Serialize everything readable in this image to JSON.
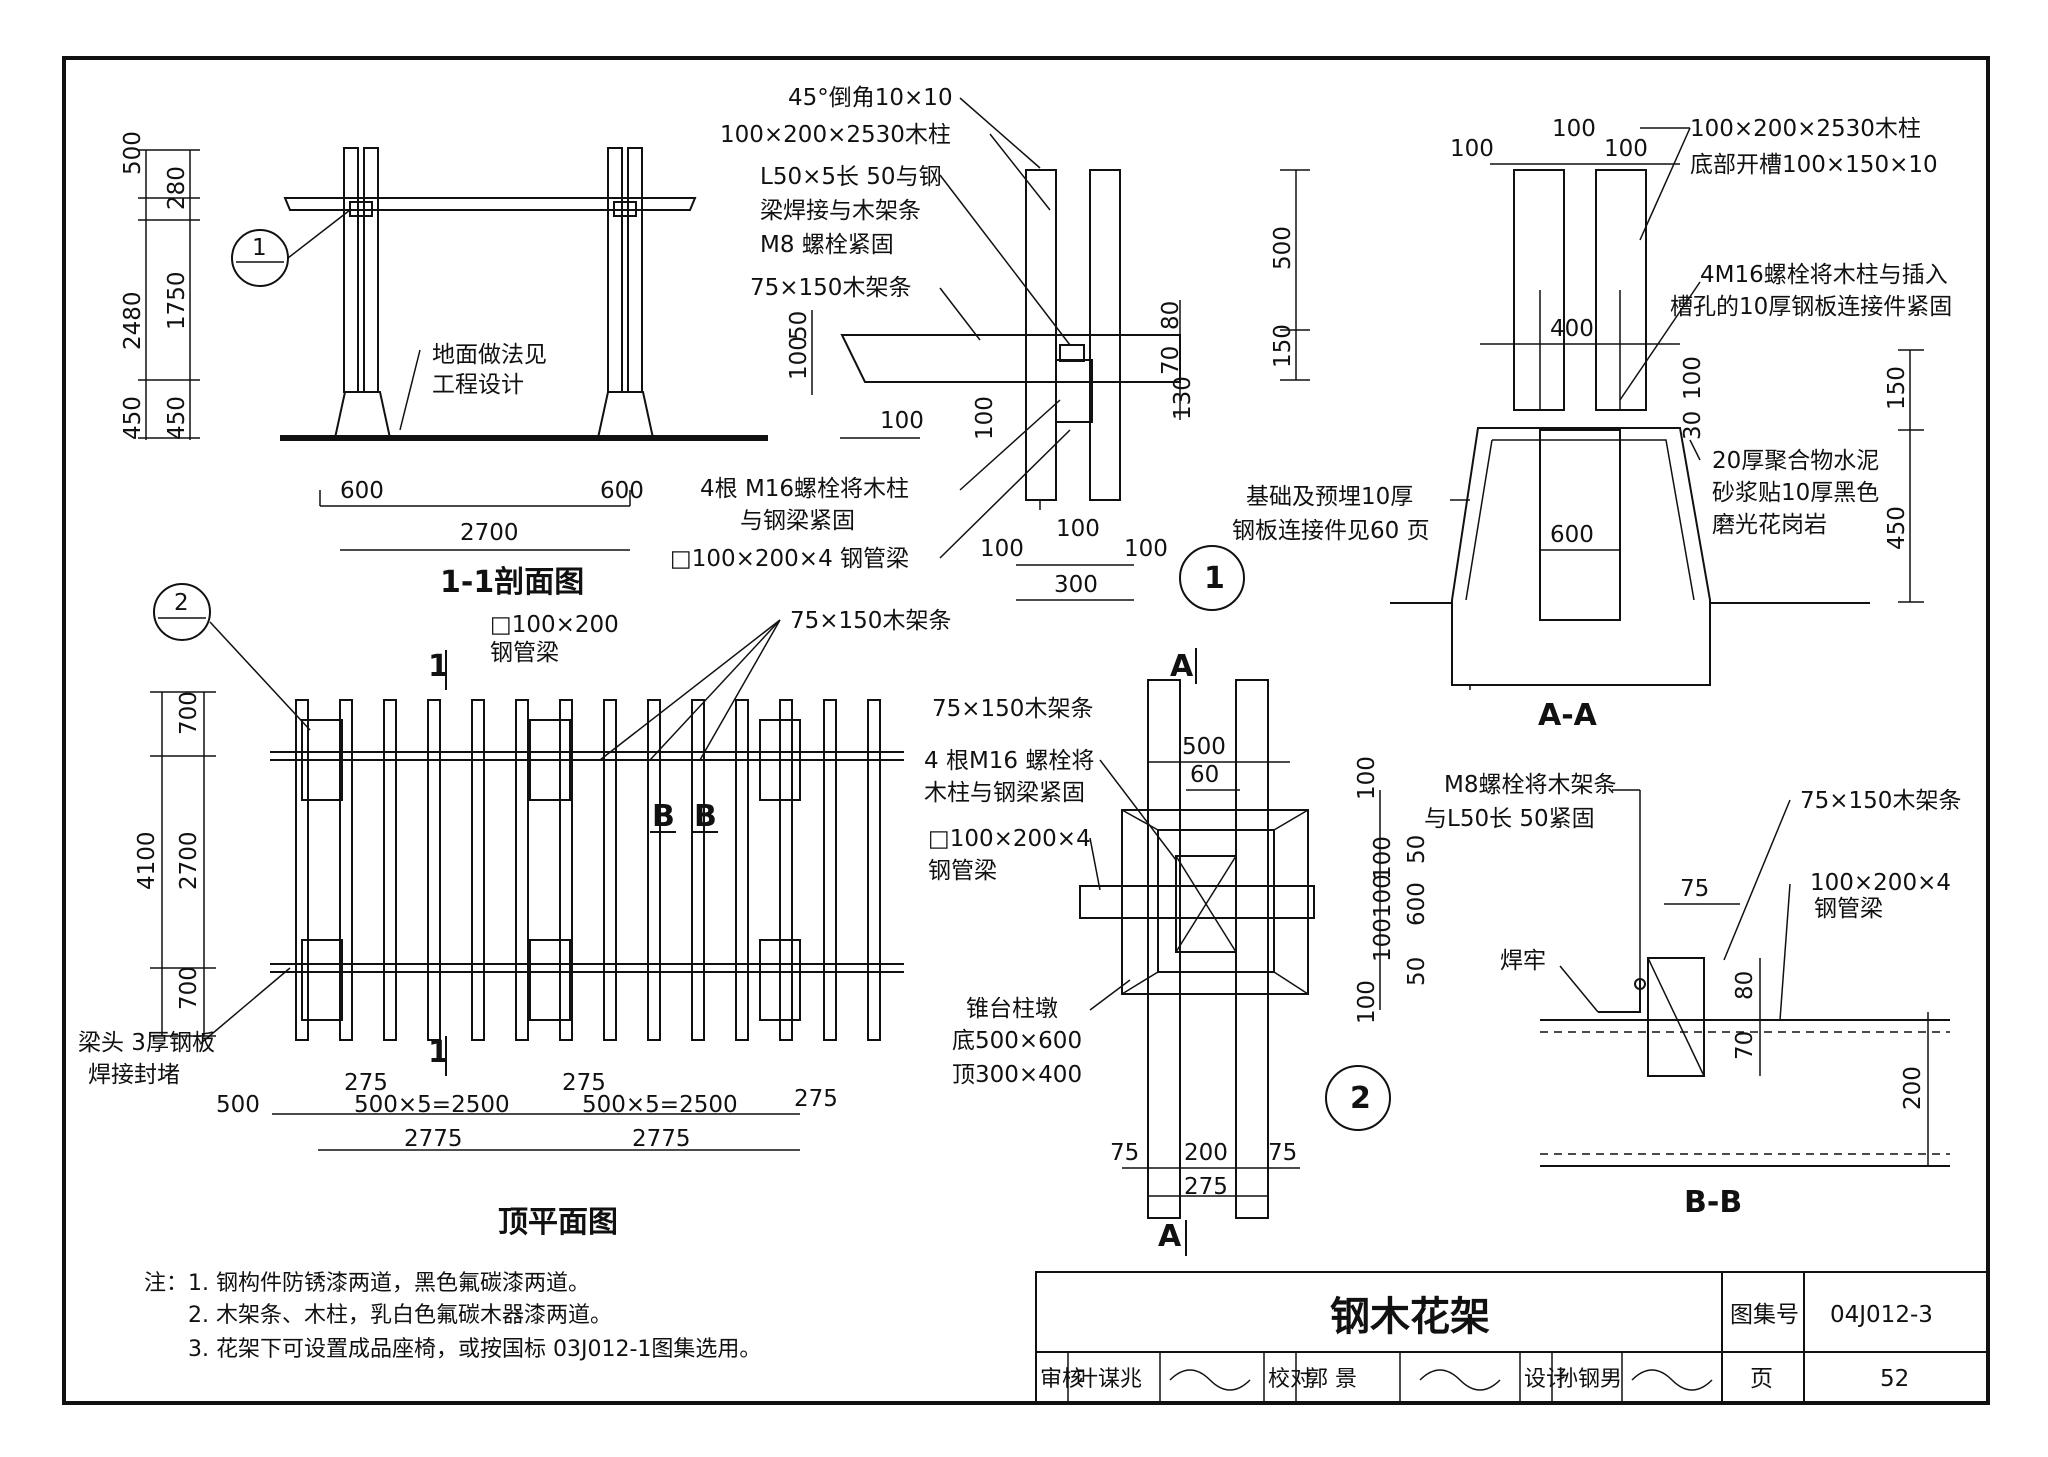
{
  "sheet": {
    "title": "钢木花架",
    "atlas_label": "图集号",
    "atlas_number": "04J012-3",
    "page_label": "页",
    "page_number": "52",
    "signatures": {
      "review_label": "审核",
      "review_name": "叶谋兆",
      "check_label": "校对",
      "check_name": "郭 景",
      "design_label": "设计",
      "design_name": "孙钢男"
    }
  },
  "section_1_1": {
    "title": "1-1剖面图",
    "dims_vertical_outer": [
      "500",
      "2480",
      "450"
    ],
    "dims_vertical_inner": [
      "280",
      "1750",
      "450"
    ],
    "dims_bottom": [
      "600",
      "600",
      "2700"
    ],
    "note_ground": [
      "地面做法见",
      "工程设计"
    ],
    "callout_num": "1"
  },
  "detail_1": {
    "callout": "1",
    "labels": [
      "45°倒角10×10",
      "100×200×2530木柱",
      "L50×5长 50与钢",
      "梁焊接与木架条",
      "M8 螺栓紧固",
      "75×150木架条",
      "4根 M16螺栓将木柱",
      "与钢梁紧固",
      "□100×200×4 钢管梁"
    ],
    "dims_left": [
      "50",
      "100",
      "100"
    ],
    "dims_mid": [
      "100",
      "80",
      "70",
      "130"
    ],
    "dims_right": [
      "500",
      "150"
    ],
    "dims_bottom": [
      "100",
      "100",
      "100",
      "300"
    ]
  },
  "section_A_A": {
    "title": "A-A",
    "labels": [
      "100×200×2530木柱",
      "底部开槽100×150×10",
      "4M16螺栓将木柱与插入",
      "槽孔的10厚钢板连接件紧固",
      "20厚聚合物水泥",
      "砂浆贴10厚黑色",
      "磨光花岗岩",
      "基础及预埋10厚",
      "钢板连接件见60 页"
    ],
    "dims_top": [
      "100",
      "100",
      "100"
    ],
    "dims_mid": [
      "400",
      "600",
      "30",
      "100"
    ],
    "dims_right": [
      "150",
      "450"
    ]
  },
  "plan": {
    "title": "顶平面图",
    "labels": [
      "□100×200",
      "钢管梁",
      "75×150木架条",
      "梁头 3厚钢板",
      "焊接封堵"
    ],
    "section_marks": [
      "1",
      "1",
      "B",
      "B"
    ],
    "callout_num": "2",
    "dims_left_outer": [
      "4100"
    ],
    "dims_left_inner": [
      "700",
      "2700",
      "700"
    ],
    "dims_bottom_row1": [
      "275",
      "275",
      "500×5=2500",
      "500×5=2500",
      "275"
    ],
    "dims_bottom_row2": [
      "500",
      "2775",
      "2775"
    ]
  },
  "detail_2": {
    "callout": "2",
    "labels": [
      "75×150木架条",
      "4 根M16 螺栓将",
      "木柱与钢梁紧固",
      "□100×200×4",
      "钢管梁",
      "锥台柱墩",
      "底500×600",
      "顶300×400"
    ],
    "section_marks": [
      "A",
      "A"
    ],
    "dims_top": [
      "500",
      "60"
    ],
    "dims_left": [
      "100",
      "100",
      "50",
      "600",
      "100100",
      "50",
      "100"
    ],
    "dims_bottom": [
      "75",
      "200",
      "75",
      "275"
    ]
  },
  "section_B_B": {
    "title": "B-B",
    "labels": [
      "M8螺栓将木架条",
      "与L50长 50紧固",
      "75×150木架条",
      "100×200×4",
      "钢管梁",
      "焊牢"
    ],
    "dims": [
      "75",
      "80",
      "70",
      "200"
    ]
  },
  "notes": [
    "注：1. 钢构件防锈漆两道，黑色氟碳漆两道。",
    "2. 木架条、木柱，乳白色氟碳木器漆两道。",
    "3. 花架下可设置成品座椅，或按国标 03J012-1图集选用。"
  ]
}
